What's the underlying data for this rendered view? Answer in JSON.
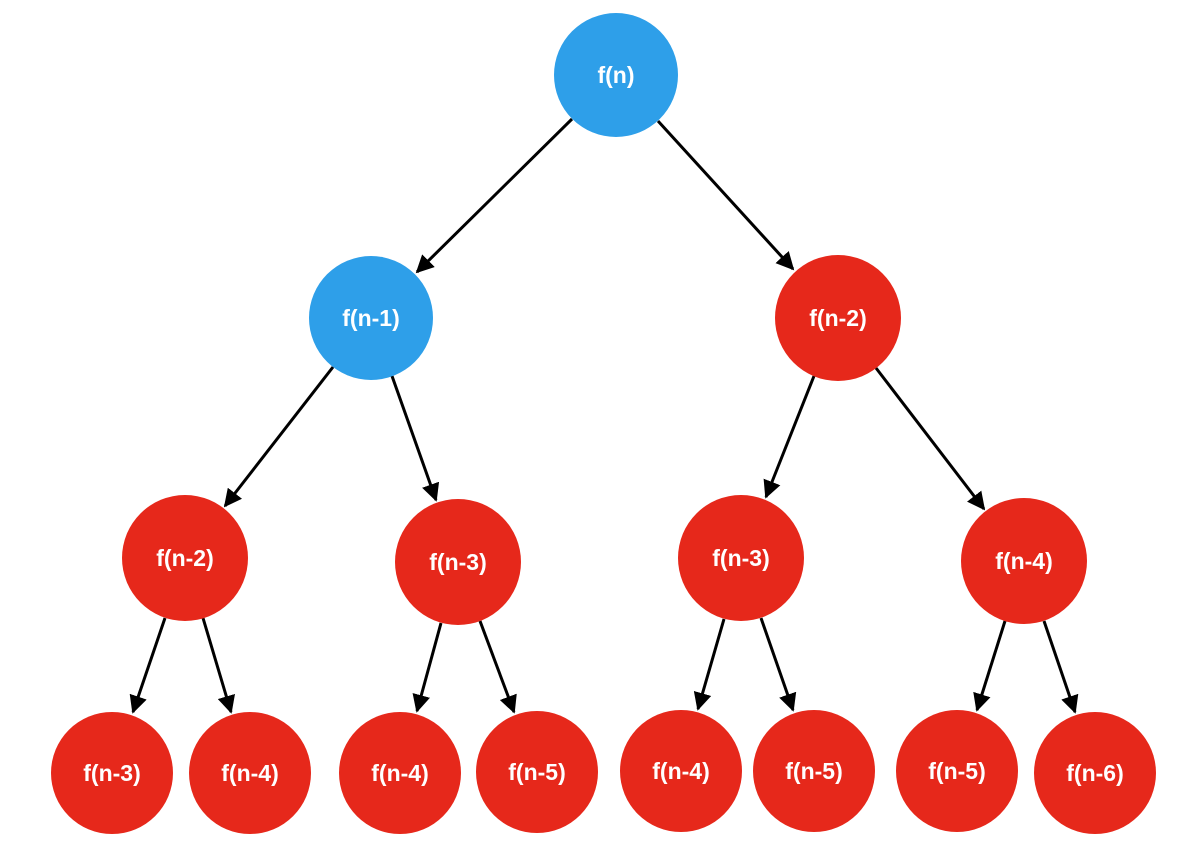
{
  "diagram": {
    "kind": "recursion-tree",
    "background_color": "#ffffff",
    "edge_color": "#000000",
    "node_text_color": "#ffffff",
    "palette": {
      "highlight_blue": "#2e9fe9",
      "node_red": "#e6281b"
    },
    "nodes": [
      {
        "id": "n0",
        "label": "f(n)",
        "level": 1,
        "color": "#2e9fe9"
      },
      {
        "id": "n1",
        "label": "f(n-1)",
        "level": 2,
        "color": "#2e9fe9"
      },
      {
        "id": "n2",
        "label": "f(n-2)",
        "level": 2,
        "color": "#e6281b"
      },
      {
        "id": "n3",
        "label": "f(n-2)",
        "level": 3,
        "color": "#e6281b"
      },
      {
        "id": "n4",
        "label": "f(n-3)",
        "level": 3,
        "color": "#e6281b"
      },
      {
        "id": "n5",
        "label": "f(n-3)",
        "level": 3,
        "color": "#e6281b"
      },
      {
        "id": "n6",
        "label": "f(n-4)",
        "level": 3,
        "color": "#e6281b"
      },
      {
        "id": "n7",
        "label": "f(n-3)",
        "level": 4,
        "color": "#e6281b"
      },
      {
        "id": "n8",
        "label": "f(n-4)",
        "level": 4,
        "color": "#e6281b"
      },
      {
        "id": "n9",
        "label": "f(n-4)",
        "level": 4,
        "color": "#e6281b"
      },
      {
        "id": "n10",
        "label": "f(n-5)",
        "level": 4,
        "color": "#e6281b"
      },
      {
        "id": "n11",
        "label": "f(n-4)",
        "level": 4,
        "color": "#e6281b"
      },
      {
        "id": "n12",
        "label": "f(n-5)",
        "level": 4,
        "color": "#e6281b"
      },
      {
        "id": "n13",
        "label": "f(n-5)",
        "level": 4,
        "color": "#e6281b"
      },
      {
        "id": "n14",
        "label": "f(n-6)",
        "level": 4,
        "color": "#e6281b"
      }
    ],
    "edges": [
      {
        "from": "n0",
        "to": "n1"
      },
      {
        "from": "n0",
        "to": "n2"
      },
      {
        "from": "n1",
        "to": "n3"
      },
      {
        "from": "n1",
        "to": "n4"
      },
      {
        "from": "n2",
        "to": "n5"
      },
      {
        "from": "n2",
        "to": "n6"
      },
      {
        "from": "n3",
        "to": "n7"
      },
      {
        "from": "n3",
        "to": "n8"
      },
      {
        "from": "n4",
        "to": "n9"
      },
      {
        "from": "n4",
        "to": "n10"
      },
      {
        "from": "n5",
        "to": "n11"
      },
      {
        "from": "n5",
        "to": "n12"
      },
      {
        "from": "n6",
        "to": "n13"
      },
      {
        "from": "n6",
        "to": "n14"
      }
    ]
  }
}
